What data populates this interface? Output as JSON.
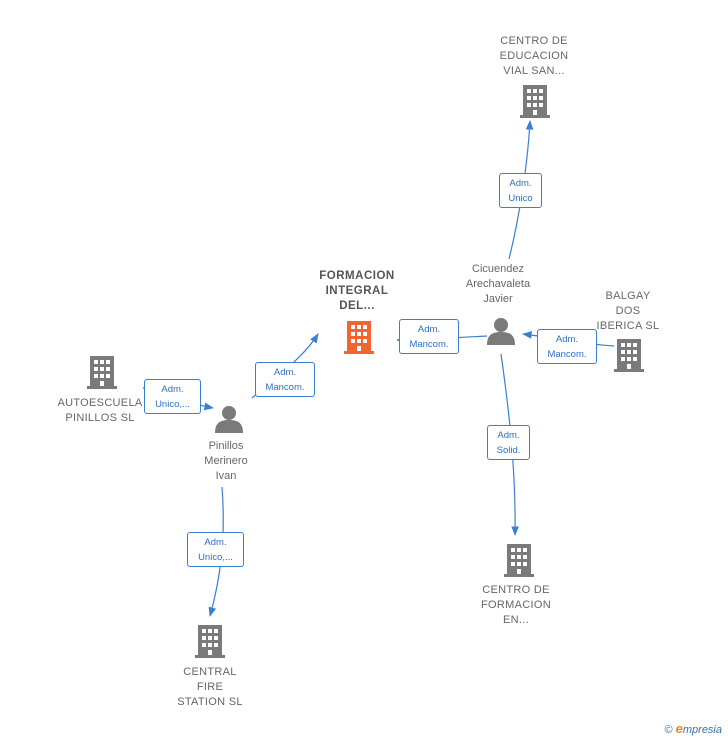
{
  "nodes": {
    "centro_educacion": {
      "label": "CENTRO DE\nEDUCACION\nVIAL SAN...",
      "type": "company"
    },
    "formacion_integral": {
      "label": "FORMACION\nINTEGRAL\nDEL...",
      "type": "company-focus"
    },
    "balgay": {
      "label": "BALGAY\nDOS\nIBERICA SL",
      "type": "company"
    },
    "autoescuela": {
      "label": "AUTOESCUELA\nPINILLOS  SL",
      "type": "company"
    },
    "centro_formacion": {
      "label": "CENTRO DE\nFORMACION\nEN...",
      "type": "company"
    },
    "central_fire": {
      "label": "CENTRAL\nFIRE\nSTATION  SL",
      "type": "company"
    },
    "cicuendez": {
      "label": "Cicuendez\nArechavaleta\nJavier",
      "type": "person"
    },
    "pinillos": {
      "label": "Pinillos\nMerinero\nIvan",
      "type": "person"
    }
  },
  "relations": {
    "cicuendez_centro_educacion": "Adm.\nUnico",
    "cicuendez_formacion": "Adm.\nMancom.",
    "balgay_cicuendez": "Adm.\nMancom.",
    "cicuendez_centro_formacion": "Adm.\nSolid.",
    "pinillos_formacion": "Adm.\nMancom.",
    "autoescuela_pinillos": "Adm.\nUnico,...",
    "pinillos_central_fire": "Adm.\nUnico,..."
  },
  "footer": {
    "copyright": "©",
    "brand_initial": "e",
    "brand_rest": "mpresia"
  },
  "colors": {
    "edge": "#3a7fd1",
    "company_icon": "#7a7a7a",
    "focus_icon": "#f26430",
    "person_icon": "#7a7a7a"
  }
}
